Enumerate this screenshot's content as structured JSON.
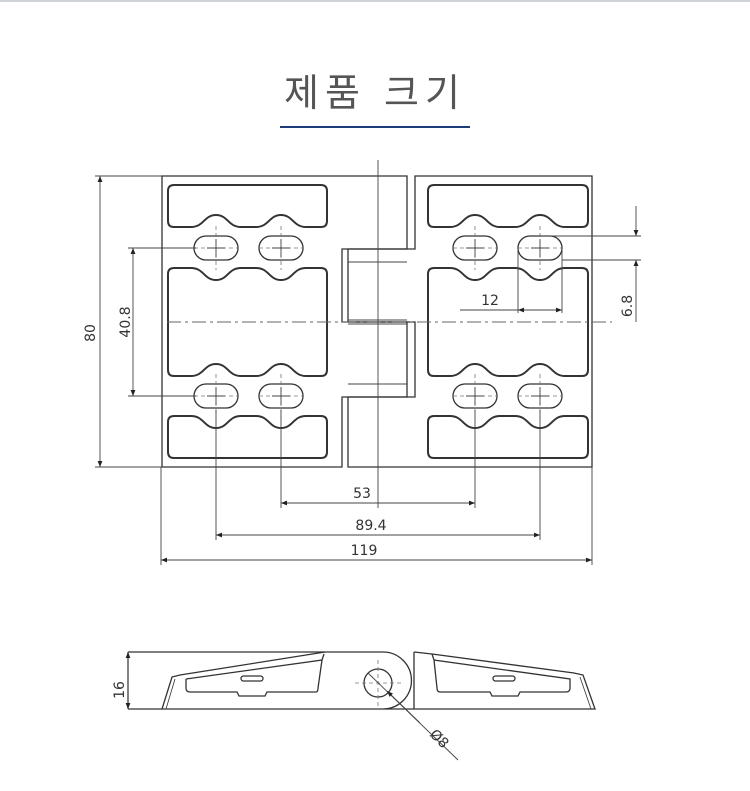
{
  "title": "제품 크기",
  "colors": {
    "title": "#555555",
    "underline": "#1c3f7a",
    "lines": "#333333"
  },
  "dimensions": {
    "height": "80",
    "hole_spacing_vertical": "40.8",
    "slot_length": "12",
    "slot_offset": "6.8",
    "inner_hole_spacing": "53",
    "outer_hole_spacing": "89.4",
    "total_width": "119",
    "thickness": "16",
    "pin_diameter": "Ø8"
  }
}
